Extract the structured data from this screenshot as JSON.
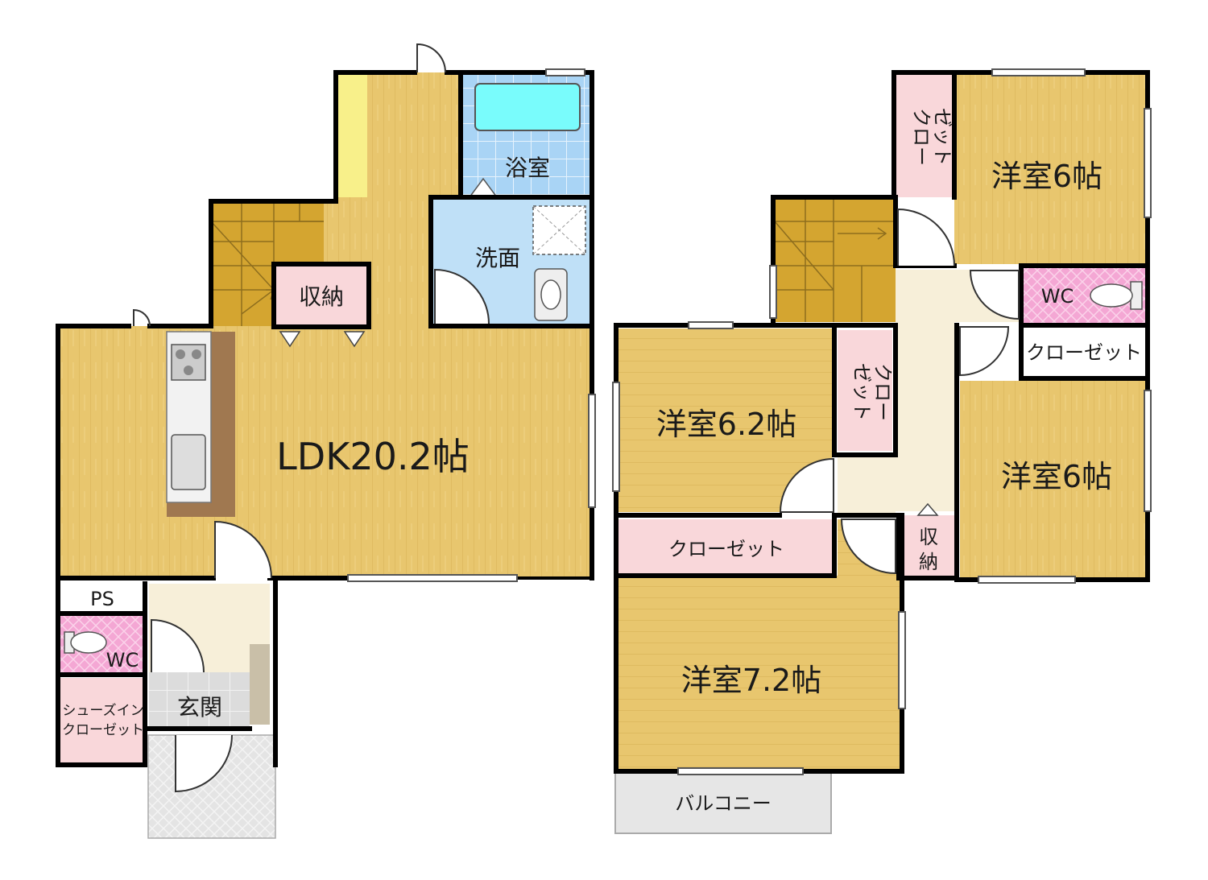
{
  "floor1": {
    "ldk": "LDK20.2帖",
    "storage": "収納",
    "bath": "浴室",
    "washroom": "洗面",
    "ps": "PS",
    "wc": "WC",
    "entrance": "玄関",
    "shoe_closet_line1": "シューズイン",
    "shoe_closet_line2": "クローゼット"
  },
  "floor2": {
    "room_ne": "洋室6帖",
    "closet_ne_line1": "クロー",
    "closet_ne_line2": "ゼット",
    "wc": "WC",
    "closet_e": "クローゼット",
    "room_w": "洋室6.2帖",
    "closet_w_line1": "クロー",
    "closet_w_line2": "ゼット",
    "room_e": "洋室6帖",
    "closet_s": "クローゼット",
    "storage_line1": "収",
    "storage_line2": "納",
    "room_s": "洋室7.2帖",
    "balcony": "バルコニー"
  },
  "colors": {
    "floor_wood": "#E8C66E",
    "stairs": "#D4A530",
    "closet_pink": "#F9D7DA",
    "wc_pink": "#F4A7D4",
    "bath_cyan": "#79FCFC",
    "bath_tile": "#A9D4F5",
    "hall": "#F7EFD9",
    "entrance_tile": "#DDDDDD",
    "counter_brown": "#A07850",
    "wall": "#000000"
  }
}
